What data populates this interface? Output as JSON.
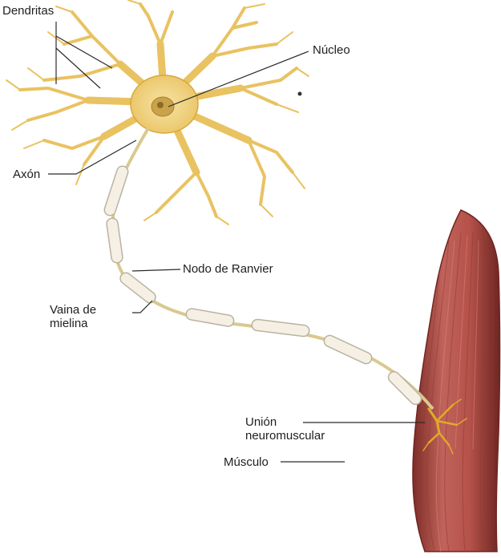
{
  "labels": {
    "dendrites": "Dendritas",
    "nucleus": "Núcleo",
    "axon": "Axón",
    "node_of_ranvier": "Nodo de Ranvier",
    "myelin_sheath_line1": "Vaina de",
    "myelin_sheath_line2": "mielina",
    "neuromuscular_junction_line1": "Unión",
    "neuromuscular_junction_line2": "neuromuscular",
    "muscle": "Músculo"
  },
  "colors": {
    "neuron_body": "#f1d27a",
    "neuron_edge": "#d7a93a",
    "nucleus": "#c9a24a",
    "myelin": "#f5f0e3",
    "myelin_edge": "#b9b3a2",
    "muscle": "#b5524a",
    "muscle_dark": "#7e2d28",
    "leader_line": "#2b2b2b"
  }
}
